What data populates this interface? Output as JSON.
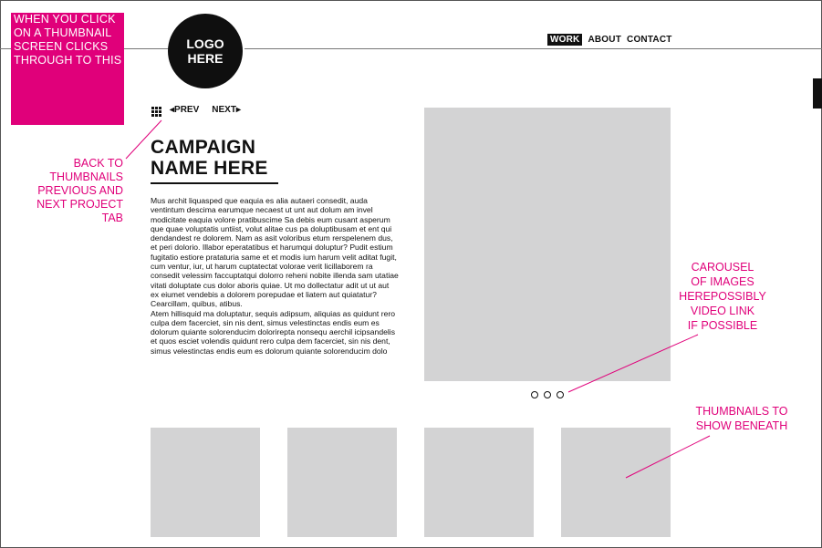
{
  "callouts": {
    "top": [
      "WHEN YOU CLICK",
      "ON A THUMBNAIL",
      "SCREEN CLICKS",
      "THROUGH TO THIS"
    ],
    "left": [
      "BACK TO",
      "THUMBNAILS",
      "PREVIOUS AND",
      "NEXT PROJECT",
      "TAB"
    ],
    "carousel": [
      "CAROUSEL",
      "OF IMAGES",
      "HEREPOSSIBLY",
      "VIDEO LINK",
      "IF POSSIBLE"
    ],
    "thumbs": [
      "THUMBNAILS TO",
      "SHOW BENEATH"
    ]
  },
  "logo": {
    "line1": "LOGO",
    "line2": "HERE"
  },
  "nav": {
    "work": "WORK",
    "about": "ABOUT",
    "contact": "CONTACT"
  },
  "project_nav": {
    "prev": "◂PREV",
    "next": "NEXT▸"
  },
  "campaign": {
    "line1": "CAMPAIGN",
    "line2": "NAME HERE"
  },
  "body": {
    "p1": "Mus archit liquasped que eaquia es alia autaeri consedit, auda ventintum descima earumque necaest ut unt aut dolum am invel modicitate eaquia volore pratibuscime Sa debis eum cusant asperum que quae voluptatis untiist, volut alitae cus pa doluptibusam et ent qui dendandest re dolorem. Nam as asit voloribus etum rerspelenem dus, et peri dolorio. Illabor eperatatibus et harumqui doluptur? Pudit estium fugitatio estiore prataturia same et et modis ium harum velit aditat fugit, cum ventur, iur, ut harum cuptatectat volorae verit licillaborem ra consedit velessim faccuptatqui dolorro reheni nobite illenda sam utatiae vitati doluptate cus dolor aboris quiae. Ut mo dollectatur adit ut ut aut ex eiumet vendebis a dolorem porepudae et liatem aut quiatatur? Cearcillam, quibus, atibus.",
    "p2": "Atem hillisquid ma doluptatur, sequis adipsum, aliquias as quidunt rero culpa dem facerciet, sin nis dent, simus velestinctas endis eum es dolorum quiante solorenducim dolorirepta nonsequ aerchil icipsandelis et quos esciet volendis quidunt rero culpa dem facerciet, sin nis dent, simus velestinctas endis eum es dolorum quiante solorenducim dolo"
  },
  "carousel": {
    "dots": 3
  },
  "thumbnails": {
    "count": 4
  },
  "colors": {
    "accent": "#e0007a",
    "placeholder": "#d3d3d4",
    "ink": "#111111"
  }
}
